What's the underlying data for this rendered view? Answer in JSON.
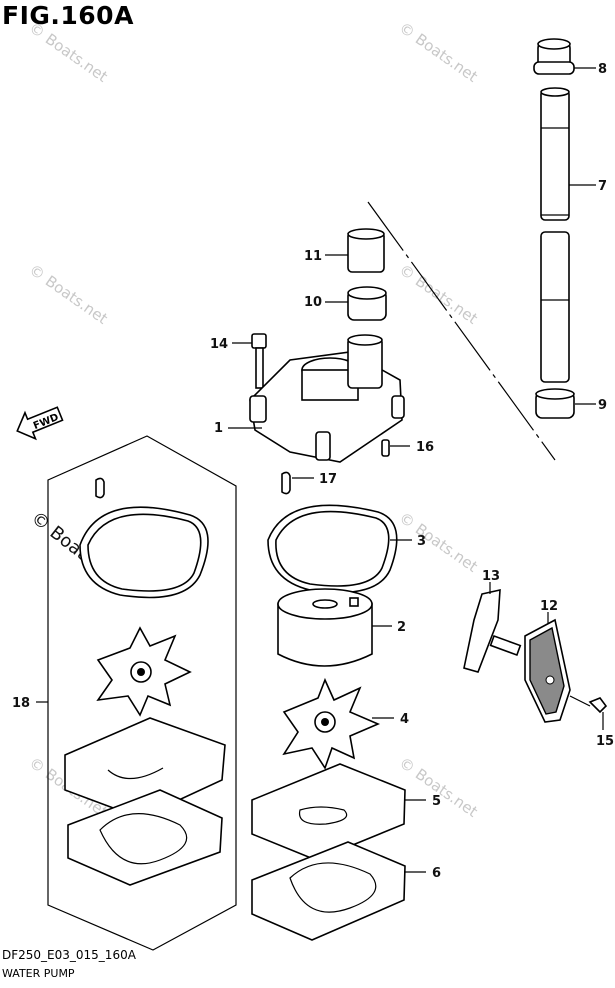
{
  "figure": {
    "title": "FIG.160A",
    "drawing_code": "DF250_E03_015_160A",
    "caption": "WATER PUMP",
    "fwd_label": "FWD"
  },
  "watermark": {
    "text": "© Boats.net"
  },
  "callouts": {
    "c1": "1",
    "c2": "2",
    "c3": "3",
    "c4": "4",
    "c5": "5",
    "c6": "6",
    "c7": "7",
    "c8": "8",
    "c9": "9",
    "c10": "10",
    "c11": "11",
    "c12": "12",
    "c13": "13",
    "c14": "14",
    "c15": "15",
    "c16": "16",
    "c17": "17",
    "c18": "18"
  }
}
